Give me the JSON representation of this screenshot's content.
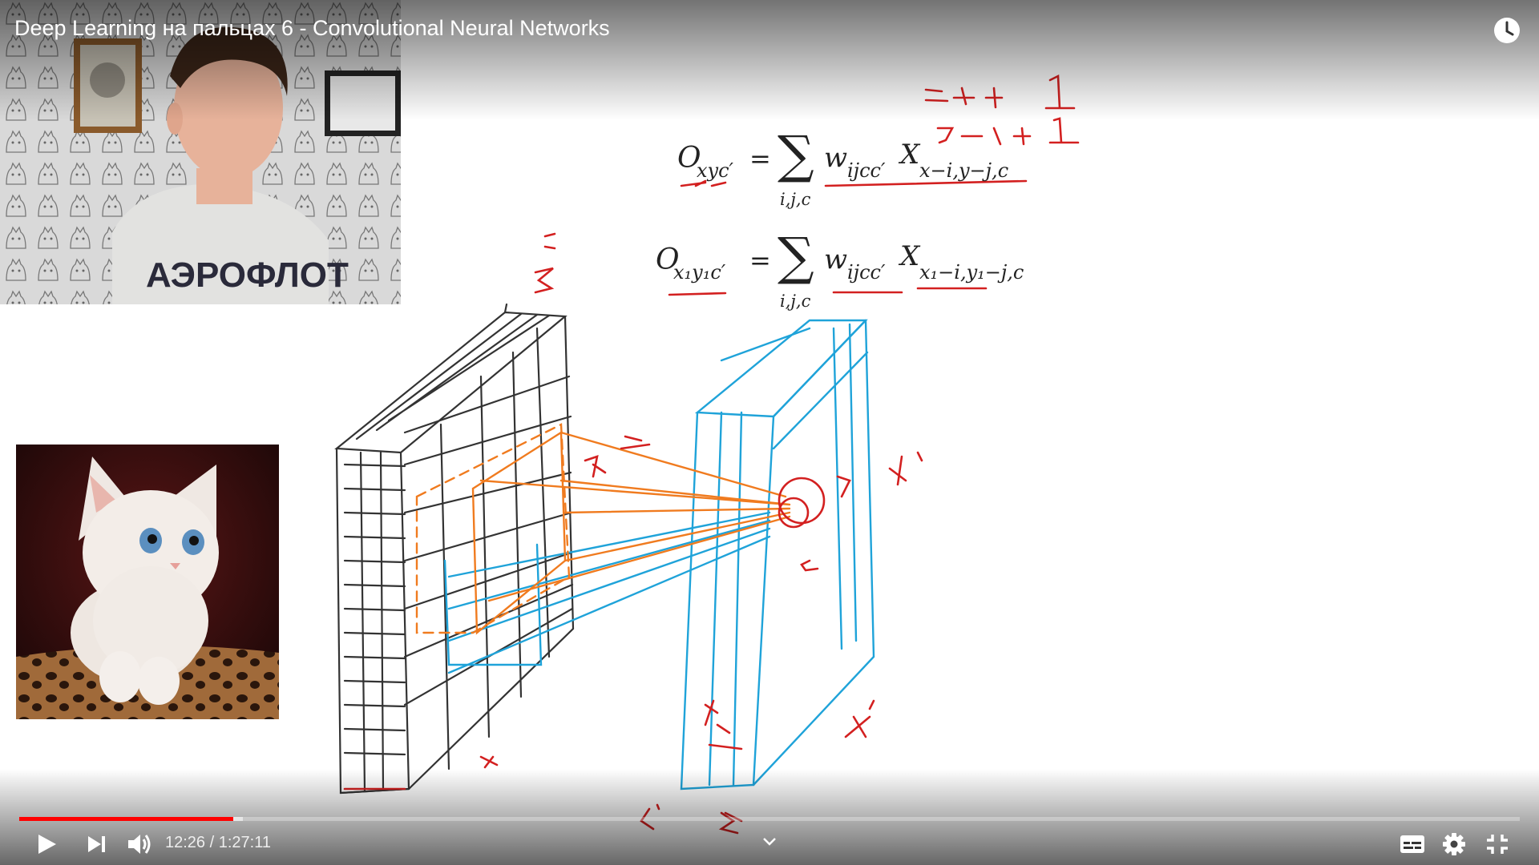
{
  "video": {
    "title": "Deep Learning на пальцах 6 - Convolutional Neural Networks"
  },
  "player": {
    "current_time": "12:26",
    "separator": " / ",
    "duration": "1:27:11",
    "progress_fraction": 0.1425,
    "buffered_fraction": 0.128,
    "accent_color": "#ff0000"
  },
  "webcam": {
    "shirt_text": "АЭРОФЛОТ"
  },
  "whiteboard": {
    "formula1": {
      "lhs": "O",
      "lhs_sub": "xyc′",
      "eq": "=",
      "sum_sub": "i,j,c",
      "w_sub": "ijcc′",
      "x_sub": "x−i,y−j,c"
    },
    "formula2": {
      "lhs": "O",
      "lhs_sub": "x₁y₁c′",
      "eq": "=",
      "sum_sub": "i,j,c",
      "w_sub": "ijcc′",
      "x_sub": "x₁−i,y₁−j,c"
    },
    "annotations": {
      "i_range": "i = -1, +1",
      "j_range": "j = -1, +1",
      "c_mark": "c",
      "three_mark": "3",
      "w_mark": "ω",
      "y_mark": "Y",
      "x_prime_top": "X′",
      "x_prime_bottom": "X′",
      "c_bottom": "C′",
      "x_bottom": "x",
      "ip_mark": "ip"
    }
  },
  "icons": {
    "watch_later": "clock-icon",
    "play": "play-icon",
    "next": "next-icon",
    "volume": "volume-icon",
    "subtitles": "subtitles-icon",
    "settings": "gear-icon",
    "exit_fullscreen": "exit-fullscreen-icon",
    "chevron": "chevron-down-icon"
  }
}
